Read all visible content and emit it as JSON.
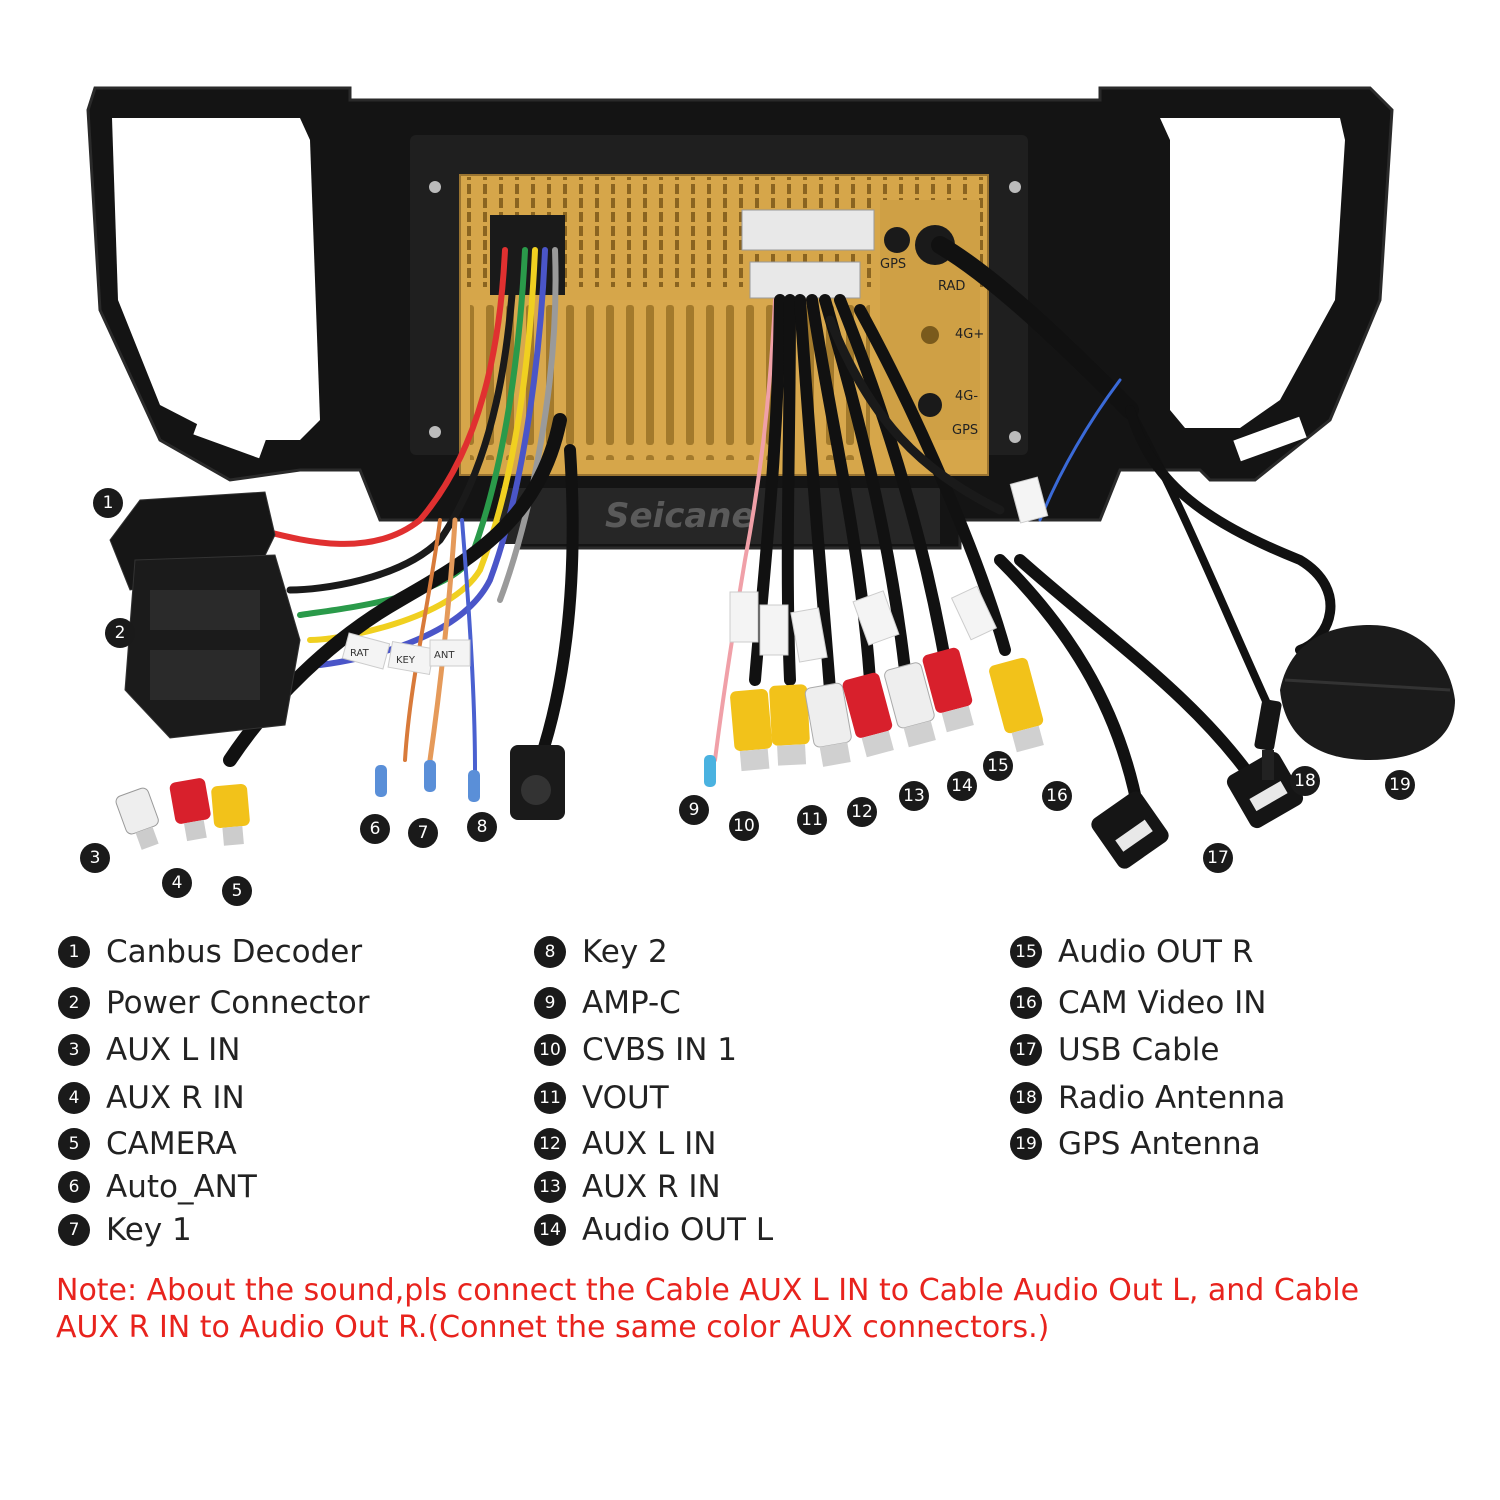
{
  "brand": "Seicane",
  "tags": {
    "t1": "RAT",
    "t2": "KEY",
    "t3": "ANT",
    "t4": "GPS",
    "t5": "RAD",
    "t6": "4G+",
    "t7": "4G-",
    "t8": "GPS"
  },
  "callouts": [
    "1",
    "2",
    "3",
    "4",
    "5",
    "6",
    "7",
    "8",
    "9",
    "10",
    "11",
    "12",
    "13",
    "14",
    "15",
    "16",
    "17",
    "18",
    "19"
  ],
  "legend": {
    "col1": [
      {
        "num": "1",
        "label": "Canbus Decoder"
      },
      {
        "num": "2",
        "label": "Power Connector"
      },
      {
        "num": "3",
        "label": "AUX L IN"
      },
      {
        "num": "4",
        "label": "AUX R IN"
      },
      {
        "num": "5",
        "label": "CAMERA"
      },
      {
        "num": "6",
        "label": "Auto_ANT"
      },
      {
        "num": "7",
        "label": "Key 1"
      }
    ],
    "col2": [
      {
        "num": "8",
        "label": "Key 2"
      },
      {
        "num": "9",
        "label": "AMP-C"
      },
      {
        "num": "10",
        "label": "CVBS IN 1"
      },
      {
        "num": "11",
        "label": "VOUT"
      },
      {
        "num": "12",
        "label": "AUX L IN"
      },
      {
        "num": "13",
        "label": "AUX R IN"
      },
      {
        "num": "14",
        "label": "Audio OUT L"
      }
    ],
    "col3": [
      {
        "num": "15",
        "label": "Audio OUT R"
      },
      {
        "num": "16",
        "label": "CAM Video IN"
      },
      {
        "num": "17",
        "label": "USB Cable"
      },
      {
        "num": "18",
        "label": "Radio Antenna"
      },
      {
        "num": "19",
        "label": "GPS Antenna"
      }
    ]
  },
  "note": {
    "line1": "Note: About the sound,pls connect the Cable AUX L IN to Cable Audio Out L, and Cable",
    "line2": "AUX R IN to  Audio Out R.(Connet the same color AUX connectors.)"
  },
  "colors": {
    "note": "#e8231d",
    "frame": "#141414",
    "chassis": "#d6a64a",
    "rca_red": "#d8202c",
    "rca_yellow": "#f2c21a",
    "rca_white": "#eeeeee"
  }
}
